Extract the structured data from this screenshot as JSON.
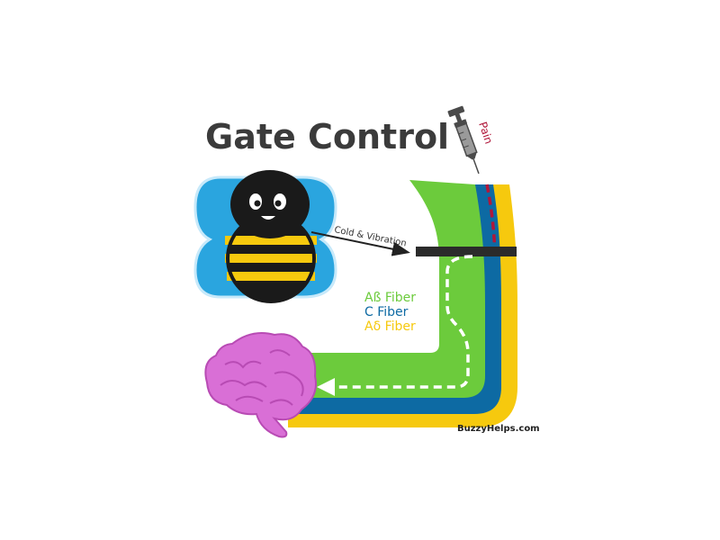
{
  "title": "Gate Control",
  "pain_label": "Pain",
  "arrow_label": "Cold & Vibration",
  "fibers": [
    {
      "label": "Aß Fiber",
      "color": "#6ccb3c"
    },
    {
      "label": "C Fiber",
      "color": "#0d6aa3"
    },
    {
      "label": "Aδ Fiber",
      "color": "#f6c90e"
    }
  ],
  "credit": "BuzzyHelps.com",
  "colors": {
    "title": "#3b3b3b",
    "pain": "#b0173a",
    "wing": "#2aa5df",
    "bee_body": "#1a1a1a",
    "bee_stripe": "#f6c90e",
    "brain": "#d96fd6",
    "gate": "#2b2b2b"
  },
  "icons": [
    "bee-icon",
    "syringe-icon",
    "brain-icon",
    "arrow-icon"
  ]
}
